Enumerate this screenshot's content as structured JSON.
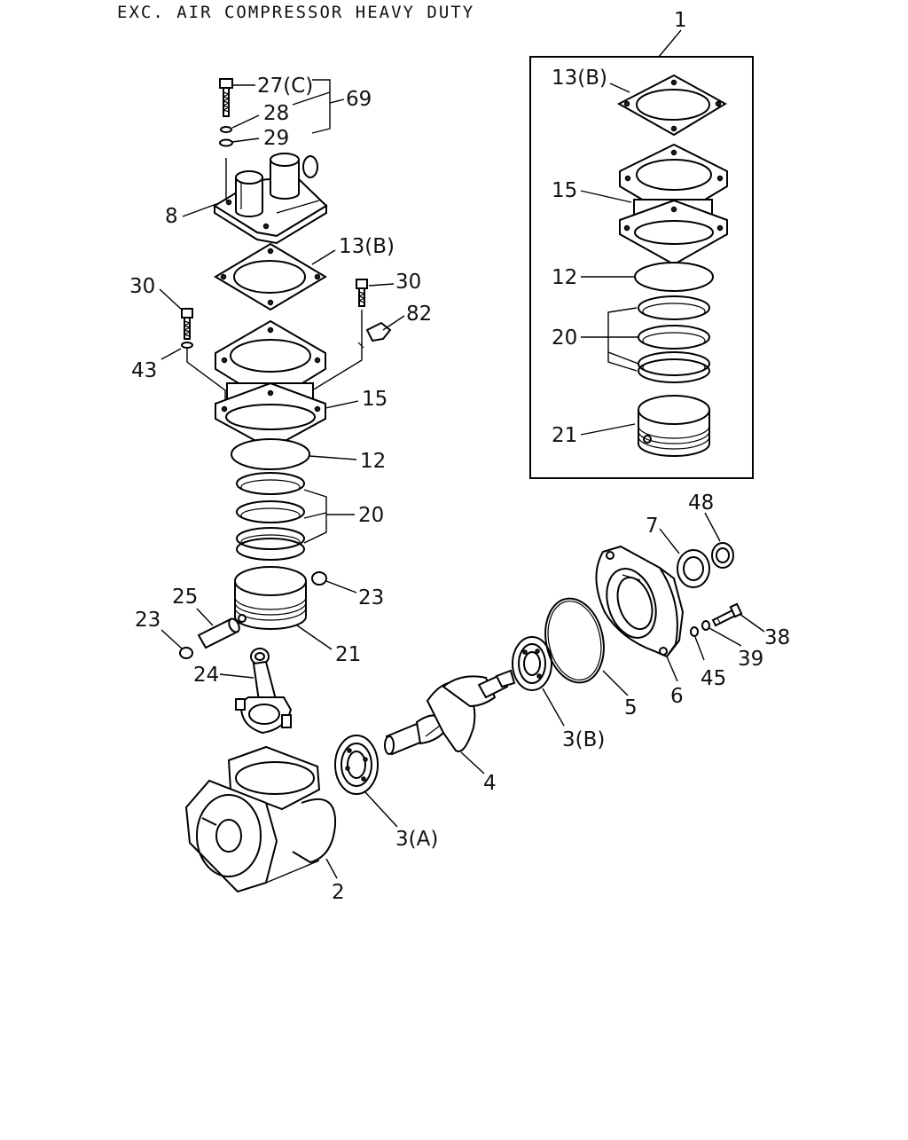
{
  "title": "EXC. AIR COMPRESSOR HEAVY DUTY",
  "callouts": {
    "c1": "1",
    "c13b_box": "13(B)",
    "c15_box": "15",
    "c12_box": "12",
    "c20_box": "20",
    "c21_box": "21",
    "c27c": "27(C)",
    "c28": "28",
    "c29": "29",
    "c69": "69",
    "c8": "8",
    "c13b": "13(B)",
    "c30_left": "30",
    "c30_right": "30",
    "c82": "82",
    "c43": "43",
    "c15": "15",
    "c12": "12",
    "c20": "20",
    "c23_right": "23",
    "c25": "25",
    "c23_left": "23",
    "c21": "21",
    "c24": "24",
    "c48": "48",
    "c7": "7",
    "c38": "38",
    "c39": "39",
    "c45": "45",
    "c6": "6",
    "c5": "5",
    "c3b": "3(B)",
    "c4": "4",
    "c3a": "3(A)",
    "c2": "2"
  }
}
